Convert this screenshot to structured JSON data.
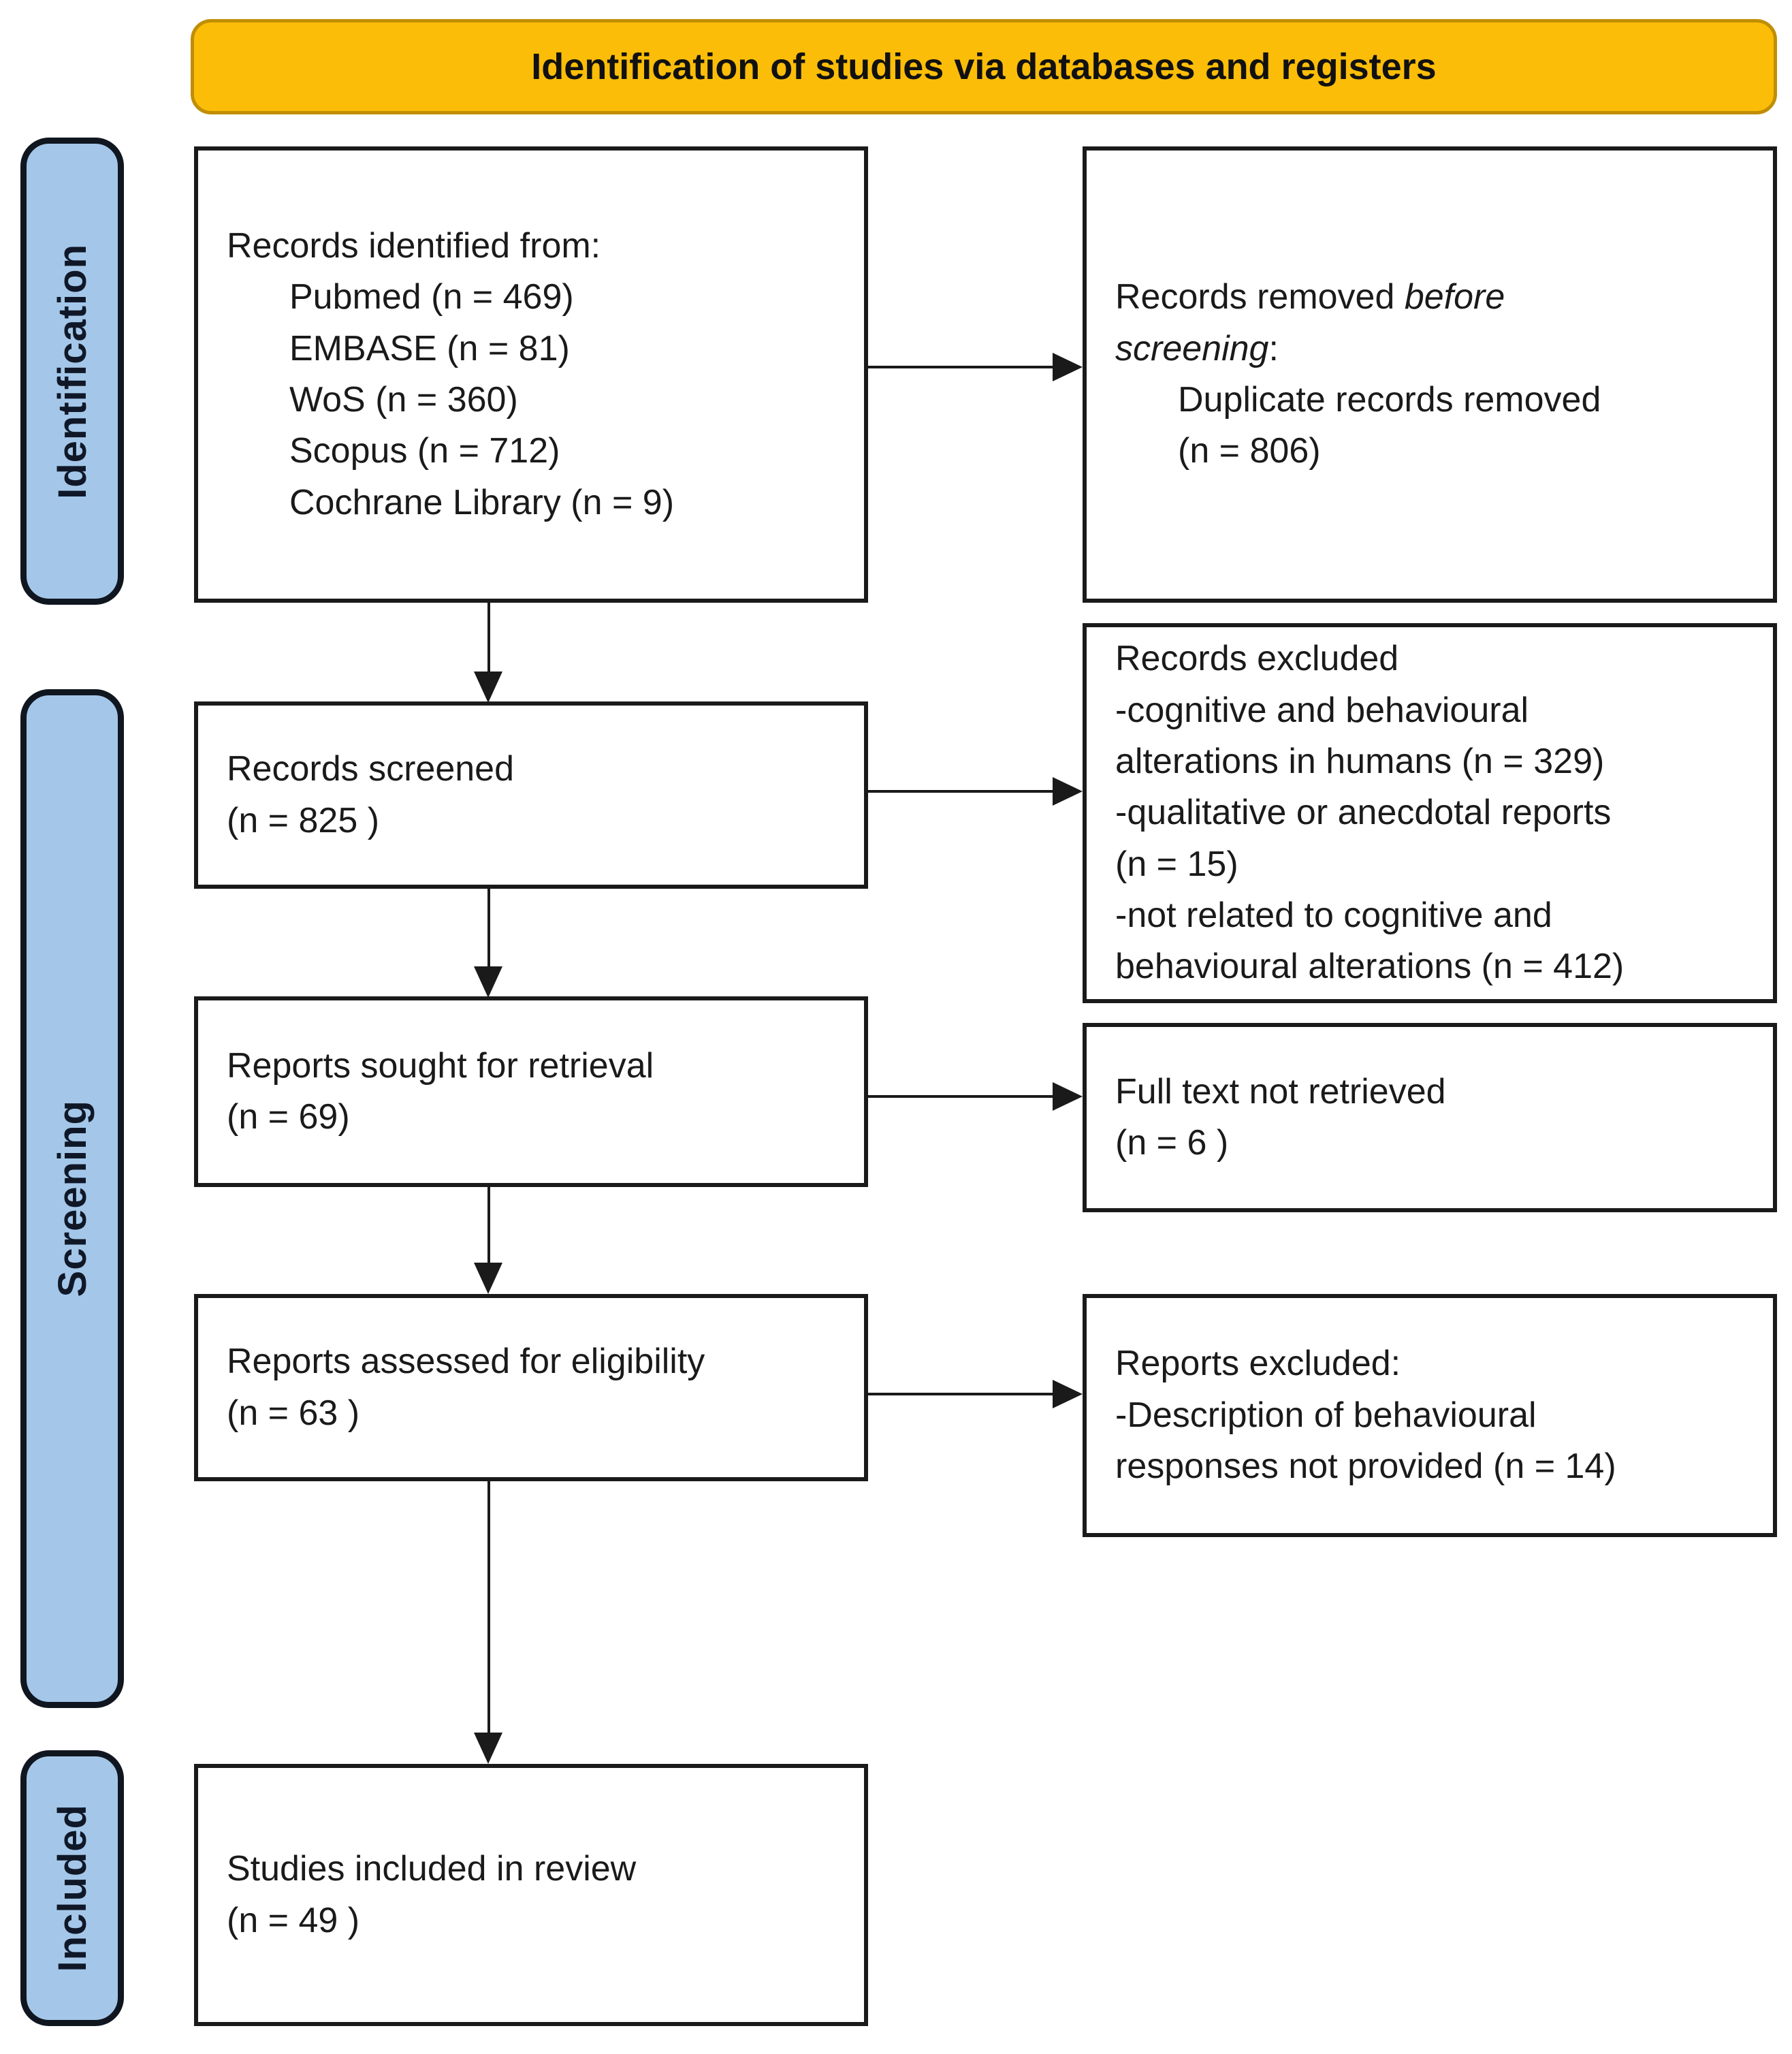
{
  "header": {
    "title": "Identification of studies via databases and registers"
  },
  "sidebar": {
    "stages": [
      {
        "key": "identification",
        "label": "Identification"
      },
      {
        "key": "screening",
        "label": "Screening"
      },
      {
        "key": "included",
        "label": "Included"
      }
    ]
  },
  "colors": {
    "header_bg": "#FBBD08",
    "header_border": "#C08E06",
    "stage_bg": "#A4C7E9",
    "stage_border": "#10161F",
    "box_border": "#1A1A1A",
    "text": "#1A1A1A"
  },
  "boxes": {
    "records_identified": {
      "lines": [
        "Records identified from:",
        "Pubmed (n = 469)",
        "EMBASE (n = 81)",
        "WoS (n = 360)",
        "Scopus (n = 712)",
        "Cochrane Library (n = 9)"
      ]
    },
    "records_removed": {
      "prefix": "Records removed ",
      "italic_line1": "before",
      "italic_line2": "screening",
      "suffix": ":",
      "lines": [
        "Duplicate records removed",
        "(n = 806)"
      ]
    },
    "records_screened": {
      "lines": [
        "Records screened",
        "(n = 825 )"
      ]
    },
    "records_excluded": {
      "lines": [
        "Records excluded",
        "-cognitive and behavioural",
        "alterations in humans (n = 329)",
        "-qualitative or anecdotal reports",
        "(n = 15)",
        "-not related to cognitive and",
        "behavioural alterations (n = 412)"
      ]
    },
    "reports_sought": {
      "lines": [
        "Reports sought for retrieval",
        "(n = 69)"
      ]
    },
    "full_text_not_retrieved": {
      "lines": [
        "Full text not retrieved",
        "(n = 6 )"
      ]
    },
    "reports_assessed": {
      "lines": [
        "Reports assessed for eligibility",
        "(n = 63 )"
      ]
    },
    "reports_excluded": {
      "lines": [
        "Reports excluded:",
        "-Description of behavioural",
        "responses not provided (n = 14)"
      ]
    },
    "studies_included": {
      "lines": [
        "Studies included in review",
        "(n = 49 )"
      ]
    }
  }
}
